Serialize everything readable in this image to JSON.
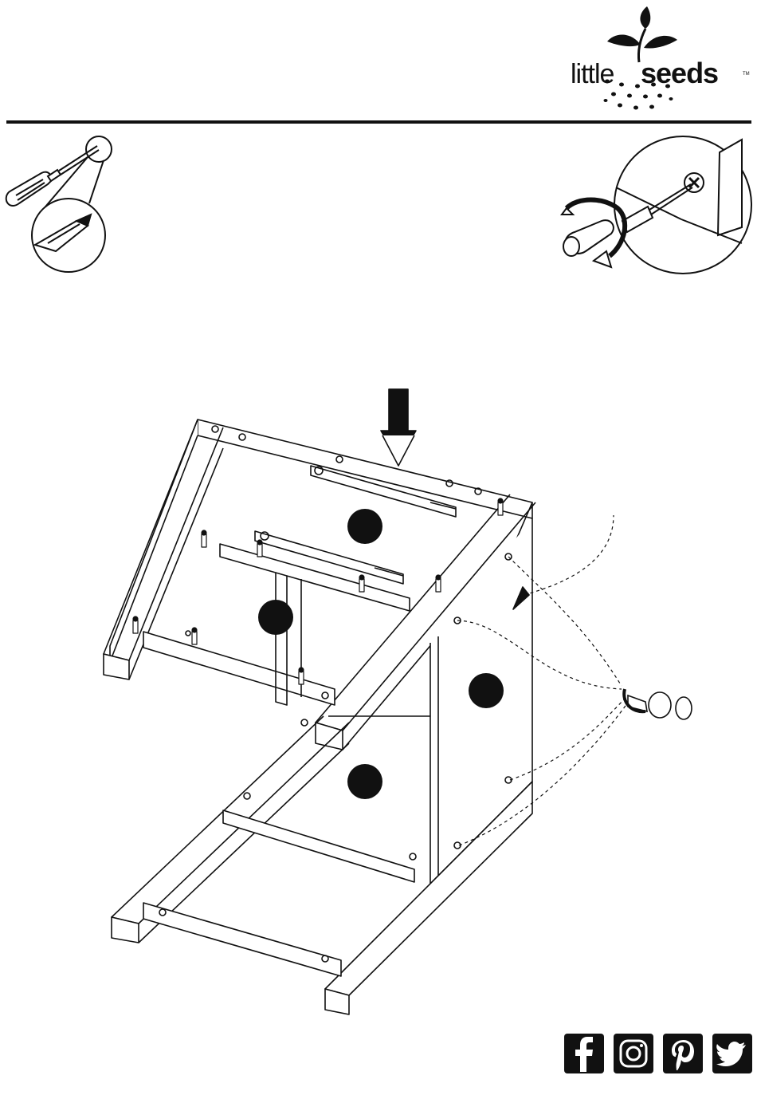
{
  "brand": {
    "name_part1": "little",
    "name_part2": "seeds",
    "trademark": "TM"
  },
  "colors": {
    "ink": "#111111",
    "paper": "#ffffff"
  },
  "tools": {
    "left_tool": "phillips-screwdriver-icon",
    "right_tool": "screwdriver-turn-clockwise-icon"
  },
  "assembly": {
    "step_markers": 4,
    "cam_bolt_count": 8,
    "insert_direction": "down-arrow"
  },
  "social": {
    "icons": [
      "facebook-icon",
      "instagram-icon",
      "pinterest-icon",
      "twitter-icon"
    ]
  }
}
